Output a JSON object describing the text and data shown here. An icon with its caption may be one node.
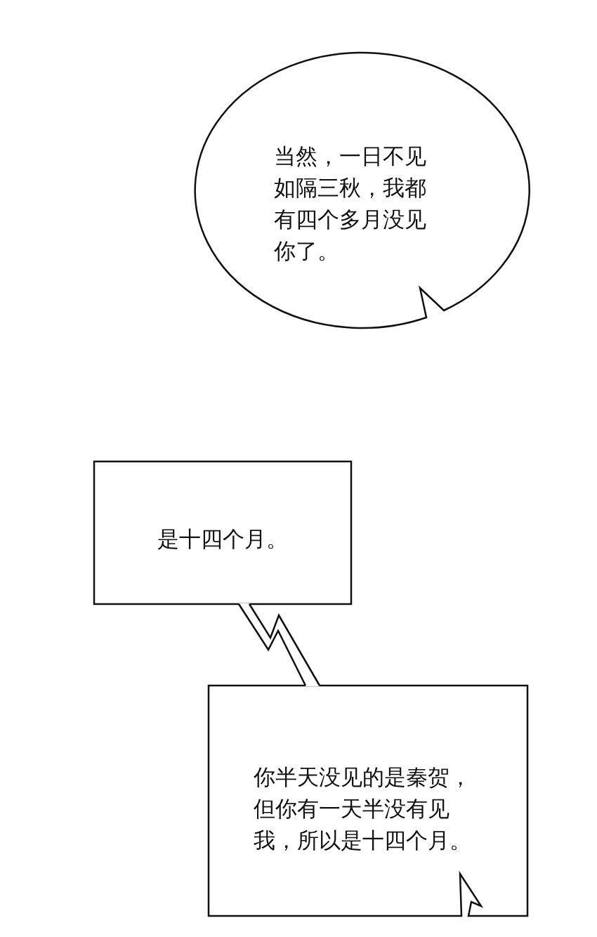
{
  "diagram": {
    "nodes": [
      {
        "text": [
          "当然，一日不见如隔三秋，我都有四个多月没见你了。"
        ]
      },
      {
        "text": [
          "是十四个月。"
        ]
      },
      {
        "text": [
          "你半天没见的是秦贺，但你有一天半没有见我，所以是十四个月。"
        ]
      }
    ],
    "edges": [
      {
        "from": 1,
        "to": 2,
        "arrow": "none"
      }
    ]
  }
}
